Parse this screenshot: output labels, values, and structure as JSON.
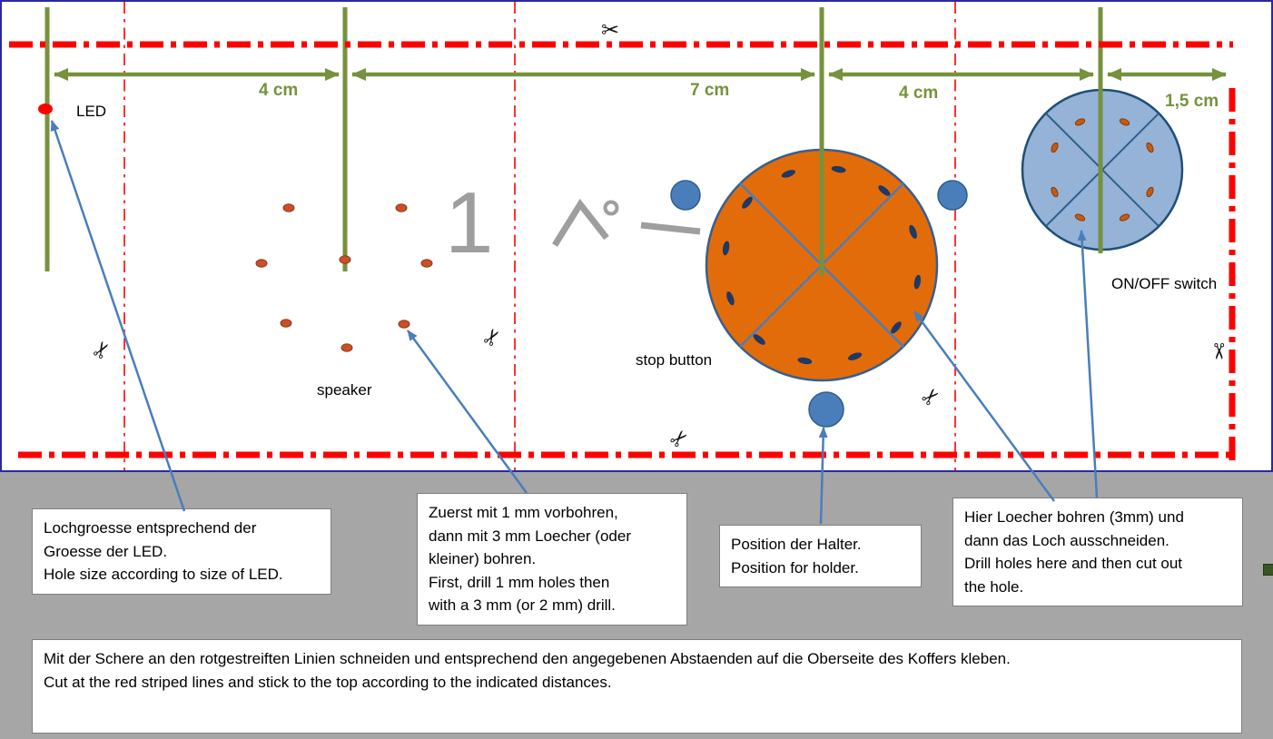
{
  "page": {
    "background": "#a6a6a6"
  },
  "template": {
    "watermark_number": "1",
    "labels": {
      "led": "LED",
      "speaker": "speaker",
      "stop_button": "stop button",
      "on_off_switch": "ON/OFF switch"
    },
    "measurements": [
      {
        "label": "4 cm"
      },
      {
        "label": "7 cm"
      },
      {
        "label": "4 cm"
      },
      {
        "label": "1,5 cm"
      }
    ],
    "colors": {
      "cut_line_red": "#ff0000",
      "measure_green": "#76923c",
      "stop_button_fill": "#e36c0a",
      "switch_fill": "#95b3d7",
      "holder_blue": "#4a7ebb",
      "hole_orange": "#c55a11",
      "rim_dot_navy": "#1f3864",
      "led_red": "#ff0000",
      "border_blue": "#2929a3",
      "background_gray": "#a6a6a6"
    }
  },
  "icons": {
    "scissors": "✂"
  },
  "notes": {
    "led": {
      "text": "Lochgroesse entsprechend der\nGroesse der LED.\nHole size according to size of LED."
    },
    "drill": {
      "text": "Zuerst mit 1 mm vorbohren,\ndann mit 3 mm Loecher (oder\nkleiner)  bohren.\nFirst, drill 1 mm holes then\nwith a 3 mm (or 2 mm) drill."
    },
    "holder": {
      "text": "Position der Halter.\nPosition for holder."
    },
    "hole": {
      "text": "Hier Loecher bohren (3mm) und\ndann das Loch ausschneiden.\nDrill holes here and then cut out\nthe hole."
    },
    "bottom": {
      "text": "Mit der Schere an den rotgestreiften Linien schneiden und entsprechend den angegebenen Abstaenden auf die Oberseite des Koffers kleben.\nCut at the red striped lines and stick to the top according to the indicated distances."
    }
  }
}
